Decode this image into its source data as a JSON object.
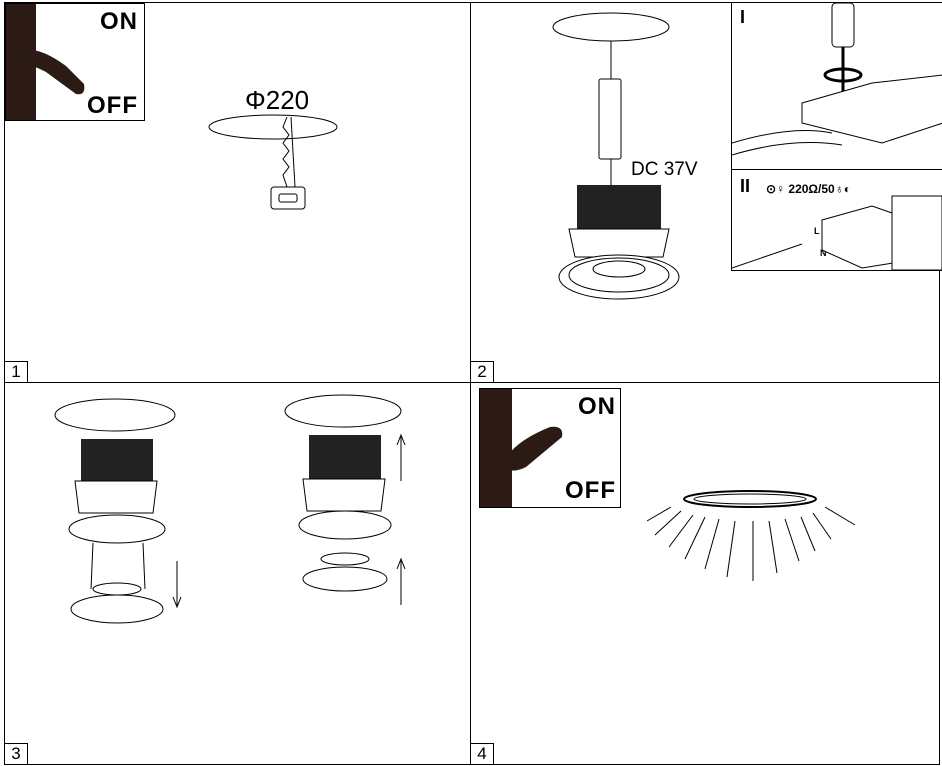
{
  "panels": [
    {
      "number": "1",
      "switch": {
        "on": "ON",
        "off": "OFF"
      },
      "hole_label": "Φ220"
    },
    {
      "number": "2",
      "driver_label": "DC 37V",
      "inset1_label": "I",
      "inset2_label": "II",
      "inset2_text": "⊙♀ 220Ω/50♁◐",
      "wire_l": "L",
      "wire_n": "N"
    },
    {
      "number": "3"
    },
    {
      "number": "4",
      "switch": {
        "on": "ON",
        "off": "OFF"
      }
    }
  ]
}
